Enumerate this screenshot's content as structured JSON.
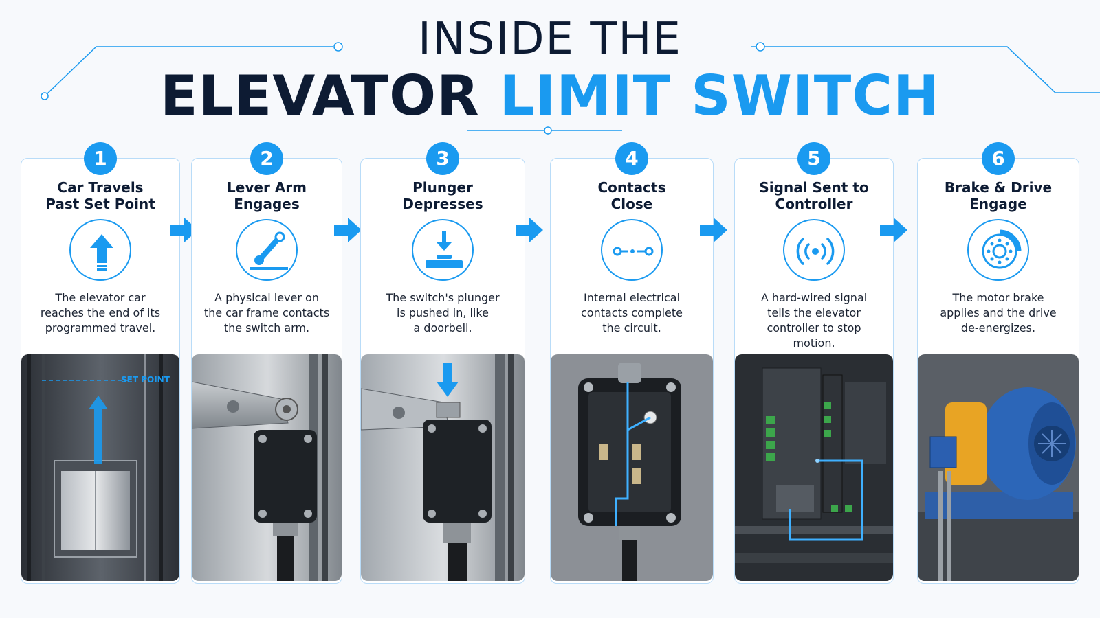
{
  "header": {
    "title_line1": "INSIDE THE",
    "title_line2_dark": "ELEVATOR",
    "title_line2_accent": "LIMIT SWITCH"
  },
  "colors": {
    "accent": "#1a9af0",
    "navy": "#0d1b33",
    "card_border": "#b9dcf8"
  },
  "steps": [
    {
      "number": "1",
      "title": "Car Travels\nPast Set Point",
      "icon": "up-arrow-icon",
      "description": "The elevator car\nreaches the end of its\nprogrammed travel.",
      "photo": "elevator-car-photo",
      "photo_label": "SET POINT"
    },
    {
      "number": "2",
      "title": "Lever Arm\nEngages",
      "icon": "lever-arm-icon",
      "description": "A physical lever on\nthe car frame contacts\nthe switch arm.",
      "photo": "lever-switch-photo"
    },
    {
      "number": "3",
      "title": "Plunger\nDepresses",
      "icon": "plunger-press-icon",
      "description": "The switch's plunger\nis pushed in, like\na doorbell.",
      "photo": "plunger-switch-photo"
    },
    {
      "number": "4",
      "title": "Contacts\nClose",
      "icon": "contacts-close-icon",
      "description": "Internal electrical\ncontacts complete\nthe circuit.",
      "photo": "contacts-interior-photo"
    },
    {
      "number": "5",
      "title": "Signal Sent to\nController",
      "icon": "signal-broadcast-icon",
      "description": "A hard-wired signal\ntells the elevator\ncontroller to stop\nmotion.",
      "photo": "controller-panel-photo"
    },
    {
      "number": "6",
      "title": "Brake & Drive\nEngage",
      "icon": "brake-disc-icon",
      "description": "The motor brake\napplies and the drive\nde-energizes.",
      "photo": "motor-brake-photo"
    }
  ]
}
